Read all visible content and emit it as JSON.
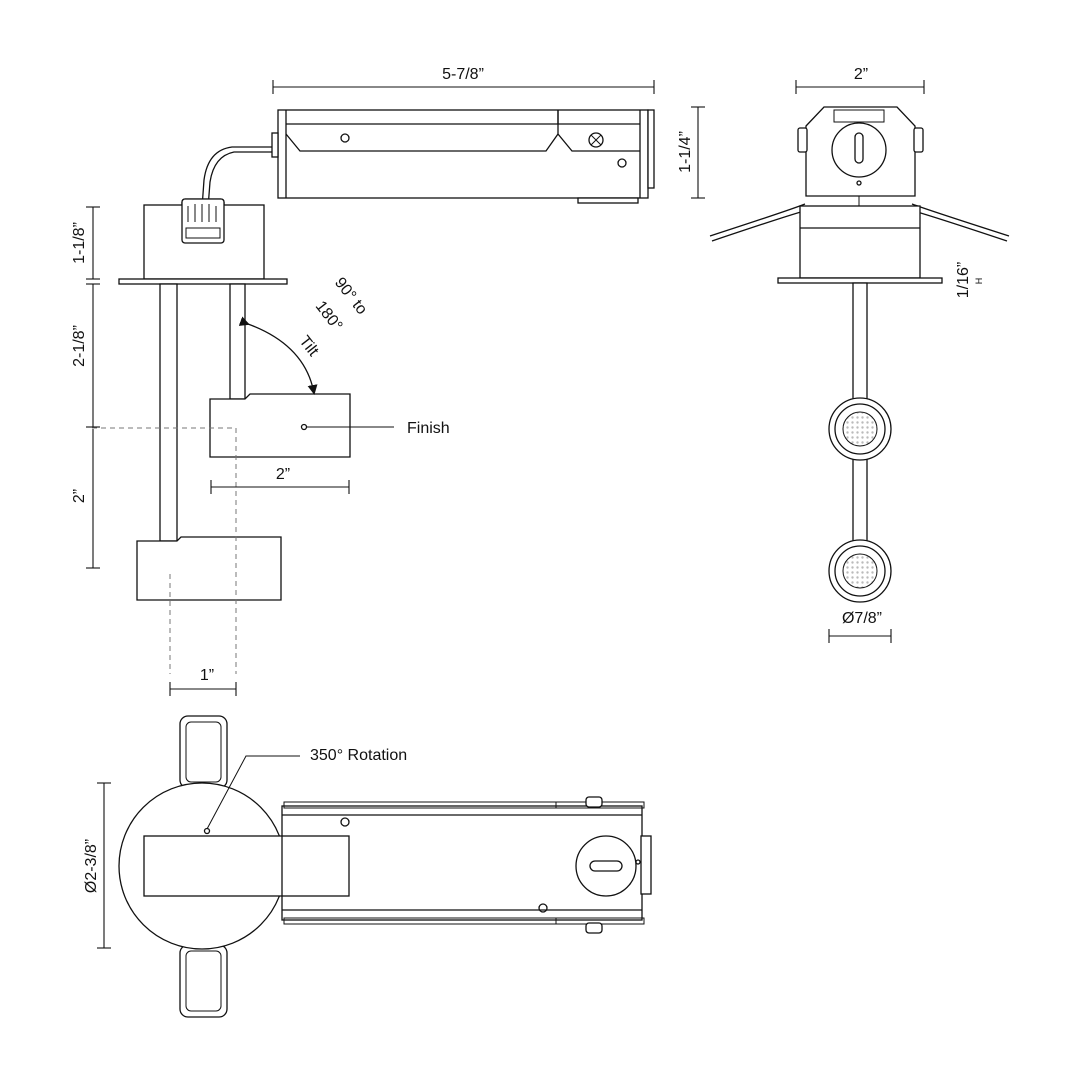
{
  "dimensions": {
    "top_width": "5-7/8”",
    "top_height": "1-1/4”",
    "end_width": "2”",
    "trim_height": "1/16”",
    "trim_height_sub": "H",
    "upper_height": "1-1/8”",
    "mid_height": "2-1/8”",
    "lower_height": "2”",
    "head_width": "2”",
    "aperture_width": "1”",
    "lens_diameter": "Ø7/8”",
    "plate_diameter": "Ø2-3/8”"
  },
  "annotations": {
    "tilt_range_line1": "90° to",
    "tilt_range_line2": "180°",
    "tilt": "Tilt",
    "finish": "Finish",
    "rotation": "350° Rotation"
  }
}
